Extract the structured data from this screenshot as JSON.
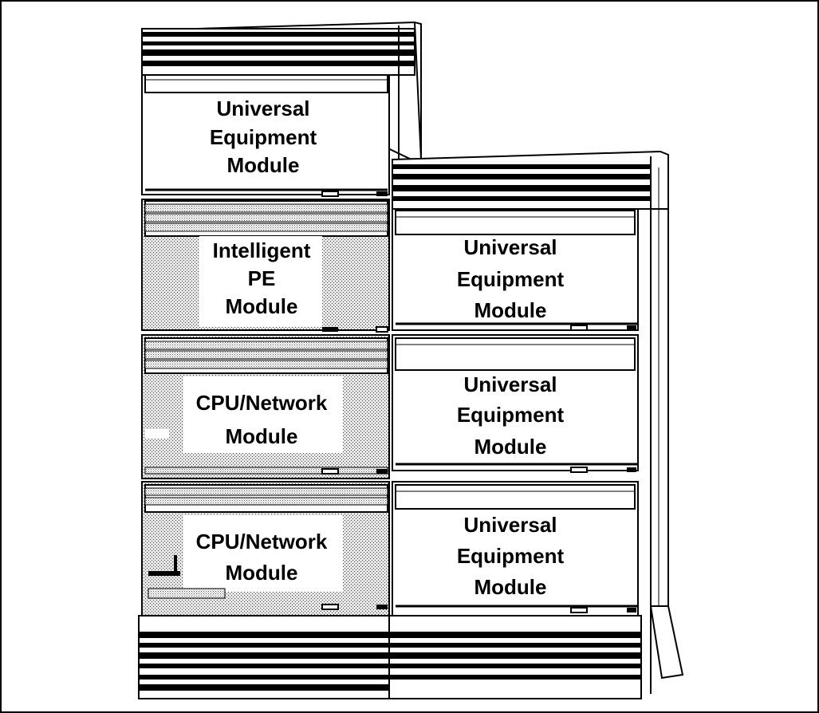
{
  "figure": {
    "left_column": [
      {
        "id": "uem-top",
        "kind": "universal",
        "lines": [
          "Universal",
          "Equipment",
          "Module"
        ]
      },
      {
        "id": "ipe",
        "kind": "intelligent-pe",
        "lines": [
          "Intelligent",
          "PE",
          "Module"
        ]
      },
      {
        "id": "cpu-1",
        "kind": "cpu-network",
        "lines": [
          "CPU/Network",
          "Module"
        ]
      },
      {
        "id": "cpu-2",
        "kind": "cpu-network",
        "lines": [
          "CPU/Network",
          "Module"
        ]
      }
    ],
    "right_column": [
      {
        "id": "uem-r1",
        "kind": "universal",
        "lines": [
          "Universal",
          "Equipment",
          "Module"
        ]
      },
      {
        "id": "uem-r2",
        "kind": "universal",
        "lines": [
          "Universal",
          "Equipment",
          "Module"
        ]
      },
      {
        "id": "uem-r3",
        "kind": "universal",
        "lines": [
          "Universal",
          "Equipment",
          "Module"
        ]
      }
    ],
    "colors": {
      "ink": "#000000",
      "shade": "#c8c8c8",
      "paper": "#ffffff"
    }
  }
}
